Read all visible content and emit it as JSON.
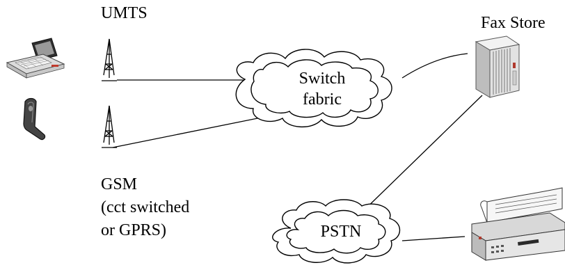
{
  "labels": {
    "umts": "UMTS",
    "fax_store": "Fax Store",
    "switch_line1": "Switch",
    "switch_line2": "fabric",
    "gsm_line1": "GSM",
    "gsm_line2": "(cct switched",
    "gsm_line3": "or GPRS)",
    "pstn": "PSTN"
  },
  "icons": {
    "laptop": "laptop-icon",
    "phone": "mobile-phone-icon",
    "umts_tower": "antenna-tower-icon",
    "gsm_tower": "antenna-tower-icon",
    "fax_store": "server-rack-icon",
    "fax_machine": "fax-machine-icon"
  },
  "colors": {
    "line": "#000000",
    "background": "#ffffff",
    "device_light": "#e2e2e2",
    "device_dark": "#3c3c3c"
  }
}
